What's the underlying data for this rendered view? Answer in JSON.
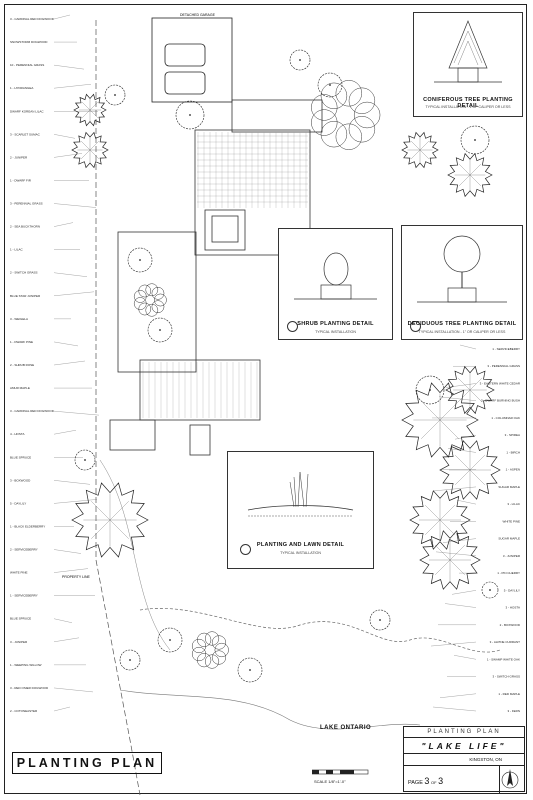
{
  "sheet_title": "PLANTING PLAN",
  "lake_label": "LAKE ONTARIO",
  "property_line_label": "PROPERTY LINE",
  "detached_garage_label": "DETACHED GARAGE",
  "title_block": {
    "plan_label": "PLANTING PLAN",
    "project_name": "\"LAKE LIFE\"",
    "location": "KINGSTON, ON",
    "page_word": "PAGE",
    "page_number": "3",
    "page_of": "OF",
    "page_total": "3"
  },
  "scale_label": "SCALE 1/8\"=1'-0\"",
  "details": [
    {
      "title": "CONIFEROUS TREE PLANTING DETAIL",
      "subtitle": "TYPICAL INSTALLATION - 1 OF CALIPER OR LESS"
    },
    {
      "title": "SHRUB PLANTING DETAIL",
      "subtitle": "TYPICAL INSTALLATION"
    },
    {
      "title": "DECIDUOUS TREE PLANTING DETAIL",
      "subtitle": "TYPICAL INSTALLATION - 1\" OR CALIPER OR LESS"
    },
    {
      "title": "PLANTING AND LAWN DETAIL",
      "subtitle": "TYPICAL INSTALLATION"
    }
  ],
  "plant_labels_left": [
    "3 - CARDINAL RED DOGWOOD",
    "SNOWSTORM DOGWOOD",
    "10 - PERENNIAL GRASS",
    "1 - HYDRANGEA",
    "DWARF KOREAN LILAC",
    "3 - SCARLET SUMAC",
    "2 - JUNIPER",
    "1 - DWARF FIR",
    "3 - PERENNIAL GRASS",
    "2 - SEA BUCKTHORN",
    "1 - LILAC",
    "2 - SWITCH GRASS",
    "BLUE STAR JUNIPER",
    "3 - WEIGELA",
    "1 - DWARF PINE",
    "2 - SHRUB ROSE",
    "AMUR MAPLE",
    "3 - CARDINAL RED DOGWOOD",
    "4 - HOSTA",
    "BLUE SPRUCE",
    "3 - BOXWOOD",
    "5 - DAYLILY",
    "1 - BLACK ELDERBERRY",
    "2 - SERVICEBERRY",
    "WHITE PINE",
    "1 - SERVICEBERRY",
    "BLUE SPRUCE",
    "3 - JUNIPER",
    "1 - WEEPING WILLOW",
    "3 - RED OSIER DOGWOOD",
    "2 - COTONEASTER"
  ],
  "plant_labels_right": [
    "1 - SERVICEBERRY",
    "3 - PERENNIAL GRASS",
    "3 - EASTERN WHITE CEDAR",
    "3 - DWARF BURNING BUSH",
    "1 - COLUMNAR OAK",
    "3 - SPIREA",
    "1 - BIRCH",
    "1 - ASPEN",
    "SUGAR MAPLE",
    "3 - LILAC",
    "WHITE PINE",
    "SUGAR MAPLE",
    "3 - JUNIPER",
    "1 - PIN CHERRY",
    "5 - DAYLILY",
    "3 - HOSTA",
    "2 - BOXWOOD",
    "3 - ALPINE CURRANT",
    "1 - SWAMP WHITE OAK",
    "3 - SWITCH GRASS",
    "1 - RED MAPLE",
    "3 - FERN"
  ]
}
